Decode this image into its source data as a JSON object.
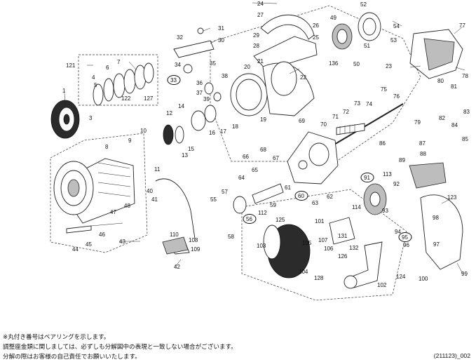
{
  "diagram": {
    "title": "Spinning reel exploded parts diagram",
    "part_numbers": [
      "1",
      "3",
      "4",
      "5",
      "6",
      "7",
      "8",
      "9",
      "10",
      "11",
      "12",
      "13",
      "14",
      "15",
      "16",
      "17",
      "18",
      "19",
      "20",
      "21",
      "22",
      "23",
      "24",
      "25",
      "26",
      "27",
      "28",
      "29",
      "30",
      "31",
      "32",
      "34",
      "35",
      "36",
      "37",
      "38",
      "39",
      "40",
      "41",
      "42",
      "43",
      "44",
      "45",
      "46",
      "47",
      "48",
      "49",
      "50",
      "51",
      "52",
      "53",
      "54",
      "55",
      "57",
      "58",
      "59",
      "61",
      "62",
      "63",
      "64",
      "65",
      "66",
      "67",
      "68",
      "69",
      "70",
      "71",
      "72",
      "73",
      "74",
      "75",
      "76",
      "77",
      "78",
      "79",
      "80",
      "81",
      "82",
      "83",
      "84",
      "85",
      "86",
      "87",
      "88",
      "89",
      "92",
      "93",
      "94",
      "96",
      "97",
      "98",
      "99",
      "100",
      "101",
      "102",
      "103",
      "104",
      "105",
      "106",
      "107",
      "108",
      "109",
      "110",
      "112",
      "113",
      "114",
      "121",
      "122",
      "123",
      "124",
      "125",
      "126",
      "127",
      "128",
      "131",
      "132",
      "136"
    ],
    "bearing_numbers": [
      "33",
      "56",
      "60",
      "91",
      "95"
    ]
  },
  "notes": {
    "bearing_note": "※丸付き番号はベアリングを示します。",
    "adjust_note": "調整座金類に関しましては、必ずしも分解図中の表現と一致しない場合がございます。",
    "disassembly_note": "分解の際はお客様の自己責任でお願いいたします。"
  },
  "doc_code": "(211123)_002"
}
